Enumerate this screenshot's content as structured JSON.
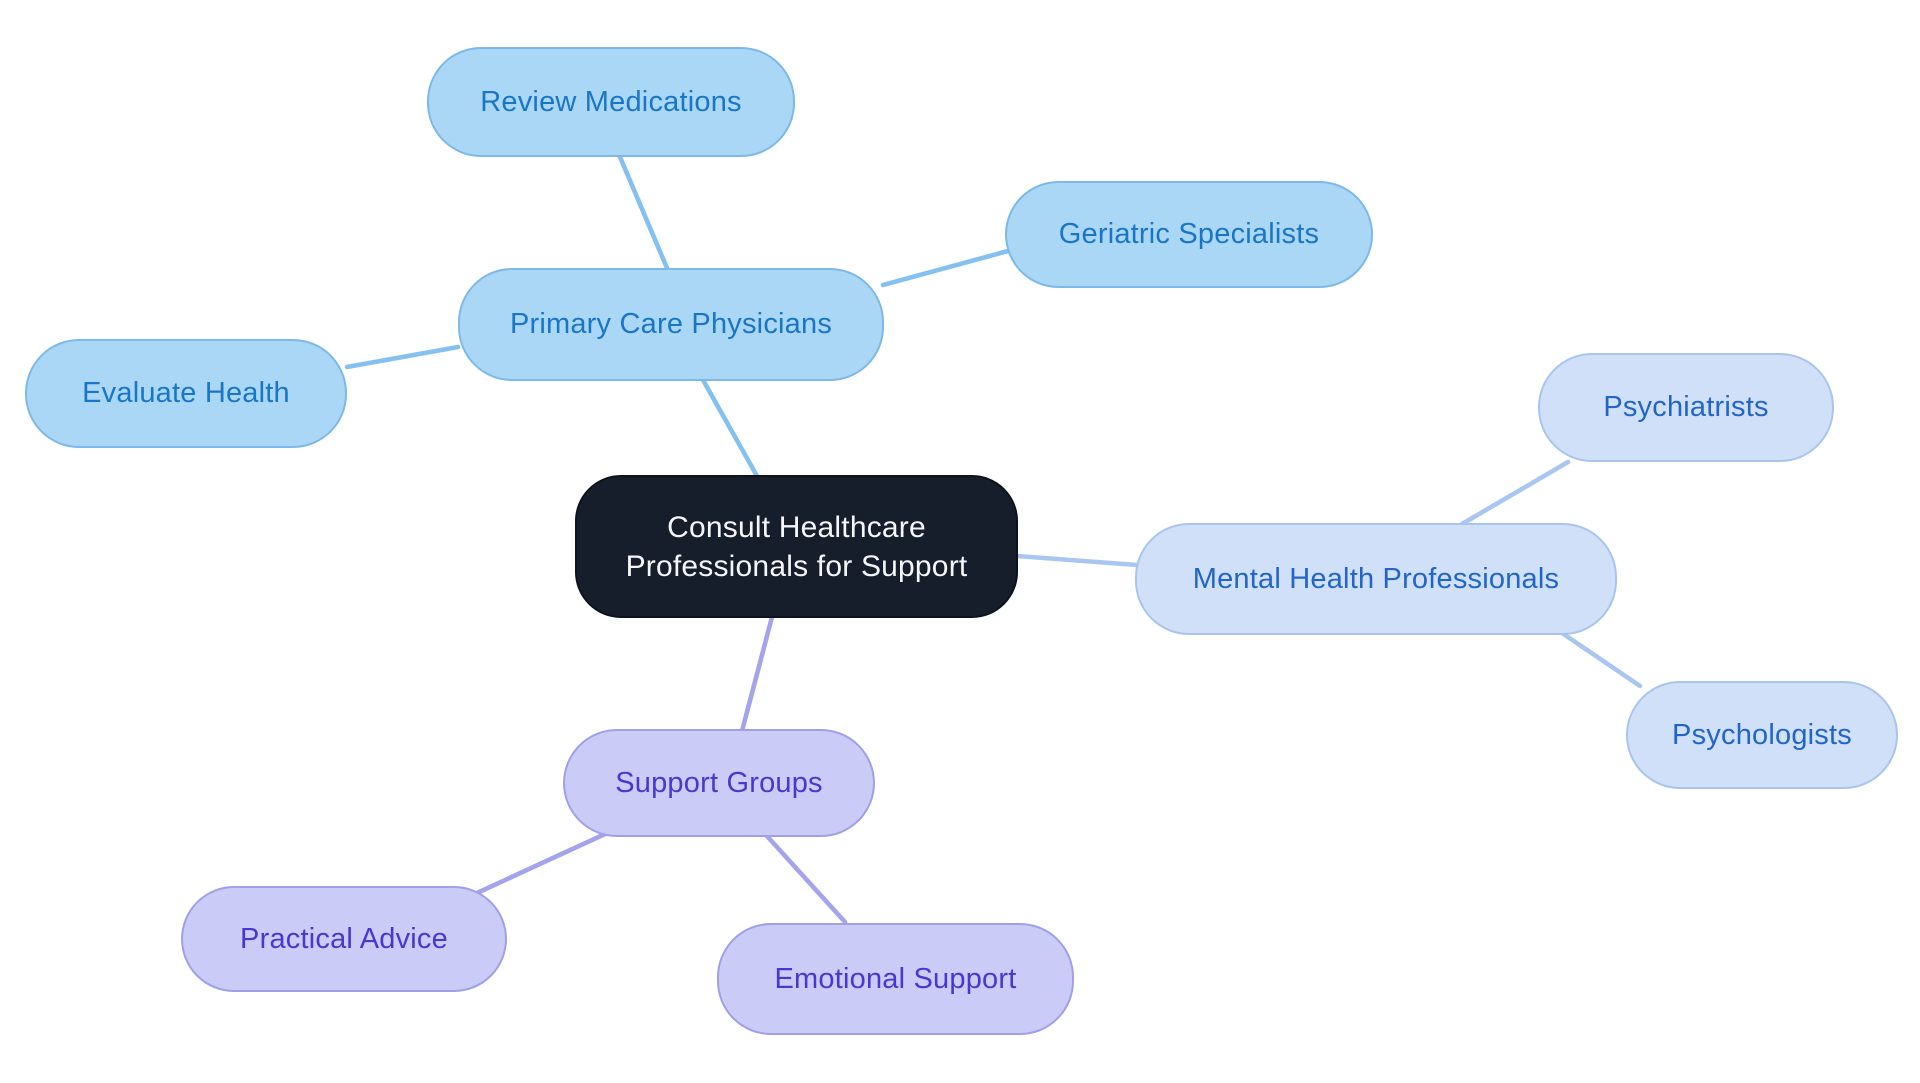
{
  "diagram": {
    "type": "mindmap",
    "central_topic": "Consult Healthcare Professionals for Support"
  },
  "nodes": {
    "central": {
      "label": "Consult Healthcare\nProfessionals for Support",
      "role": "root"
    },
    "primary_care": {
      "label": "Primary Care Physicians",
      "role": "branch",
      "color_group": "sky"
    },
    "review_medications": {
      "label": "Review Medications",
      "role": "leaf",
      "color_group": "sky"
    },
    "geriatric_specialists": {
      "label": "Geriatric Specialists",
      "role": "leaf",
      "color_group": "sky"
    },
    "evaluate_health": {
      "label": "Evaluate Health",
      "role": "leaf",
      "color_group": "sky"
    },
    "mental_health": {
      "label": "Mental Health Professionals",
      "role": "branch",
      "color_group": "mental"
    },
    "psychiatrists": {
      "label": "Psychiatrists",
      "role": "leaf",
      "color_group": "mental"
    },
    "psychologists": {
      "label": "Psychologists",
      "role": "leaf",
      "color_group": "mental"
    },
    "support_groups": {
      "label": "Support Groups",
      "role": "branch",
      "color_group": "support"
    },
    "practical_advice": {
      "label": "Practical Advice",
      "role": "leaf",
      "color_group": "support"
    },
    "emotional_support": {
      "label": "Emotional Support",
      "role": "leaf",
      "color_group": "support"
    }
  },
  "edges": [
    {
      "from": "central",
      "to": "primary_care"
    },
    {
      "from": "central",
      "to": "mental_health"
    },
    {
      "from": "central",
      "to": "support_groups"
    },
    {
      "from": "primary_care",
      "to": "review_medications"
    },
    {
      "from": "primary_care",
      "to": "geriatric_specialists"
    },
    {
      "from": "primary_care",
      "to": "evaluate_health"
    },
    {
      "from": "mental_health",
      "to": "psychiatrists"
    },
    {
      "from": "mental_health",
      "to": "psychologists"
    },
    {
      "from": "support_groups",
      "to": "practical_advice"
    },
    {
      "from": "support_groups",
      "to": "emotional_support"
    }
  ],
  "palette": {
    "background": "#ffffff",
    "central_fill": "#171e2b",
    "central_border": "#0d131c",
    "central_text": "#f4f6f9",
    "sky_fill": "#abd7f6",
    "sky_border": "#7db9e8",
    "sky_text": "#1976c6",
    "mental_fill": "#cfe0f8",
    "mental_border": "#a9c4ed",
    "mental_text": "#2265c8",
    "support_fill": "#cbcbf7",
    "support_border": "#9f9fea",
    "support_text": "#4539d0",
    "edge_sky": "#84c1f1",
    "edge_mental": "#a9c6f0",
    "edge_support": "#a4a4ed"
  }
}
